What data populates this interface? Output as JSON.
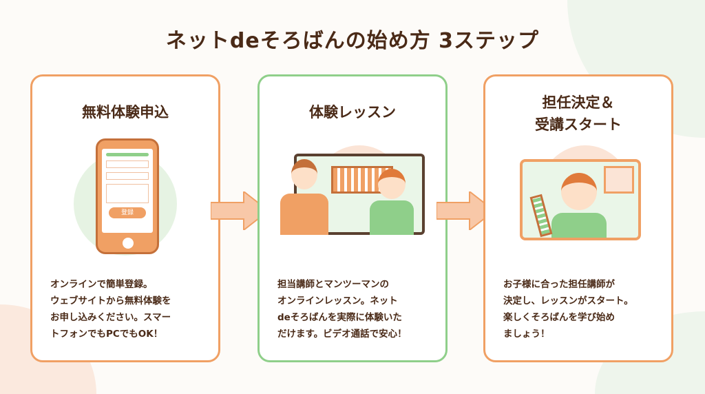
{
  "title": "ネットdeそろばんの始め方 3ステップ",
  "steps": [
    {
      "title": "無料体験申込",
      "description": "オンラインで簡単登録。\nウェブサイトから無料体験を\nお申し込みください。スマー\nトフォンでもPCでもOK！",
      "button_label": "登録"
    },
    {
      "title": "体験レッスン",
      "description": "担当講師とマンツーマンの\nオンラインレッスン。ネット\ndeそろばんを実際に体験いた\nだけます。ビデオ通話で安心！"
    },
    {
      "title": "担任決定＆\n受講スタート",
      "description": "お子様に合った担任講師が\n決定し、レッスンがスタート。\n楽しくそろばんを学び始め\nましょう！"
    }
  ],
  "colors": {
    "orange": "#f0a064",
    "green": "#8fcf8a",
    "text": "#4a2a17"
  }
}
